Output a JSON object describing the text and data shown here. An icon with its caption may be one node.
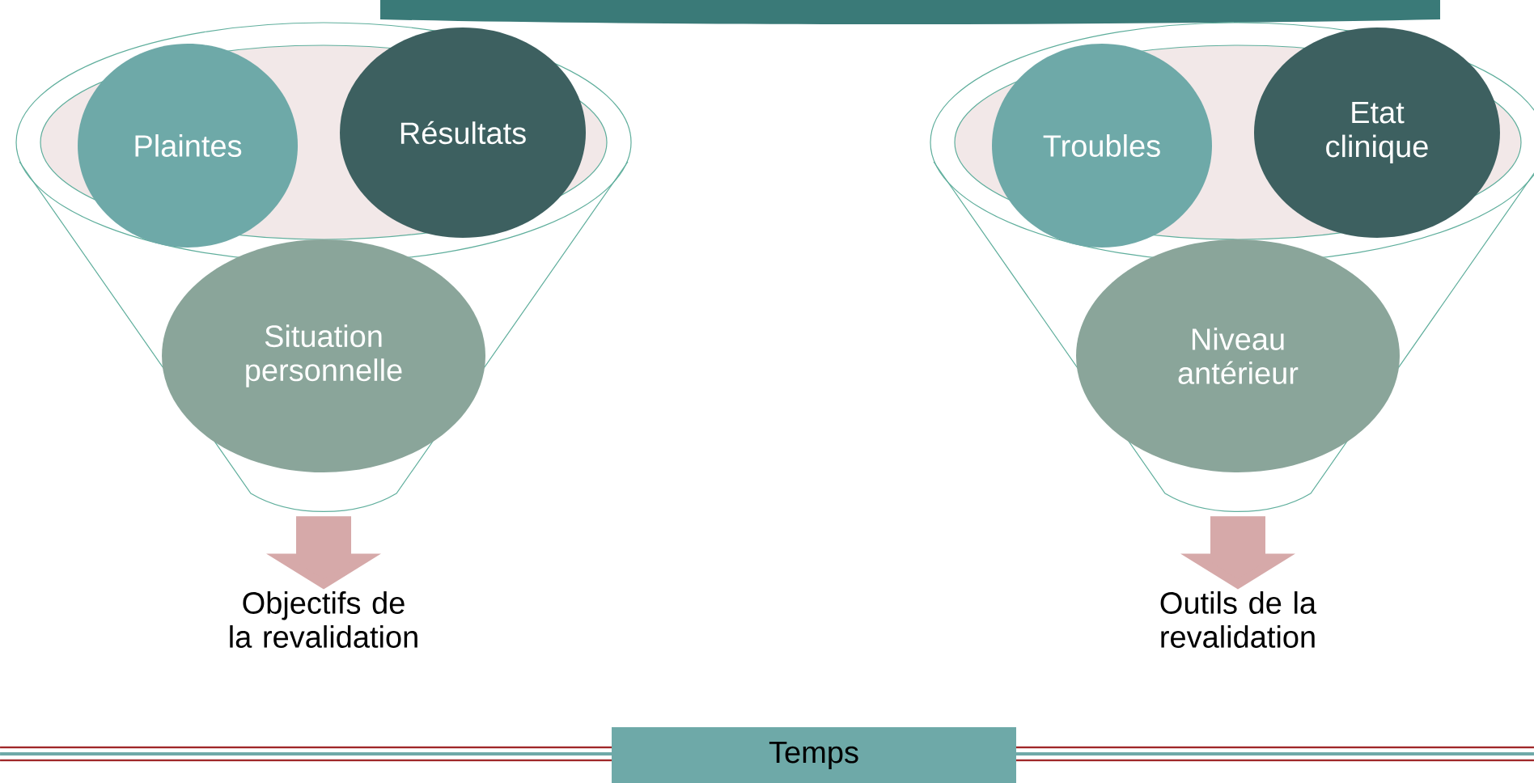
{
  "diagram": {
    "nodes": [
      {
        "text": [],
        "shape": "funnel"
      },
      {
        "text": [
          "Plaintes"
        ],
        "in": 0
      },
      {
        "text": [
          "Résultats"
        ],
        "in": 0
      },
      {
        "text": [
          "Situation personnelle"
        ],
        "in": 0
      },
      {
        "text": [
          "Objectifs de la revalidation"
        ]
      },
      {
        "text": [],
        "shape": "funnel"
      },
      {
        "text": [
          "Troubles"
        ],
        "in": 5
      },
      {
        "text": [
          "Etat clinique"
        ],
        "in": 5
      },
      {
        "text": [
          "Niveau antérieur"
        ],
        "in": 5
      },
      {
        "text": [
          "Outils de la revalidation"
        ]
      },
      {
        "text": [
          "Temps"
        ]
      }
    ],
    "edges": [
      {
        "from": 0,
        "to": 4,
        "arrow": "to"
      },
      {
        "from": 5,
        "to": 9,
        "arrow": "to"
      }
    ]
  }
}
